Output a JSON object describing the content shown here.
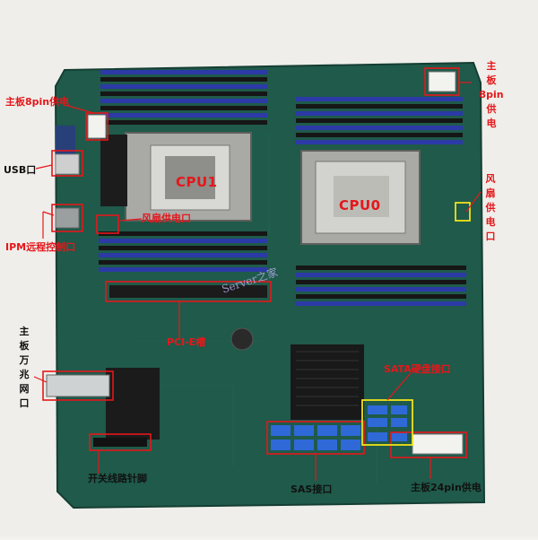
{
  "labels": {
    "board_8pin_left": "主板8pin供电",
    "usb": "USB口",
    "ipmi": "IPM远程控制口",
    "fan_power_port": "风扇供电口",
    "pcie_slot": "PCI-E槽",
    "board_10g": [
      "主",
      "板",
      "万",
      "兆",
      "网",
      "口"
    ],
    "sata_port": "SATA硬盘接口",
    "sas_port": "SAS接口",
    "switch_pins": "开关线路针脚",
    "board_24pin": "主板24pin供电",
    "board_8pin_right": [
      "主",
      "板",
      "8pin",
      "供",
      "电"
    ],
    "fan_power_right": [
      "风",
      "扇",
      "供",
      "电",
      "口"
    ],
    "cpu1": "CPU1",
    "cpu0": "CPU0",
    "watermark": "Server之家"
  },
  "colors": {
    "annotation_red": "#e5171b",
    "board_green": "#1f5a4a",
    "dimm_blue": "#2b3aa6",
    "highlight_yellow": "#f2e21a"
  }
}
